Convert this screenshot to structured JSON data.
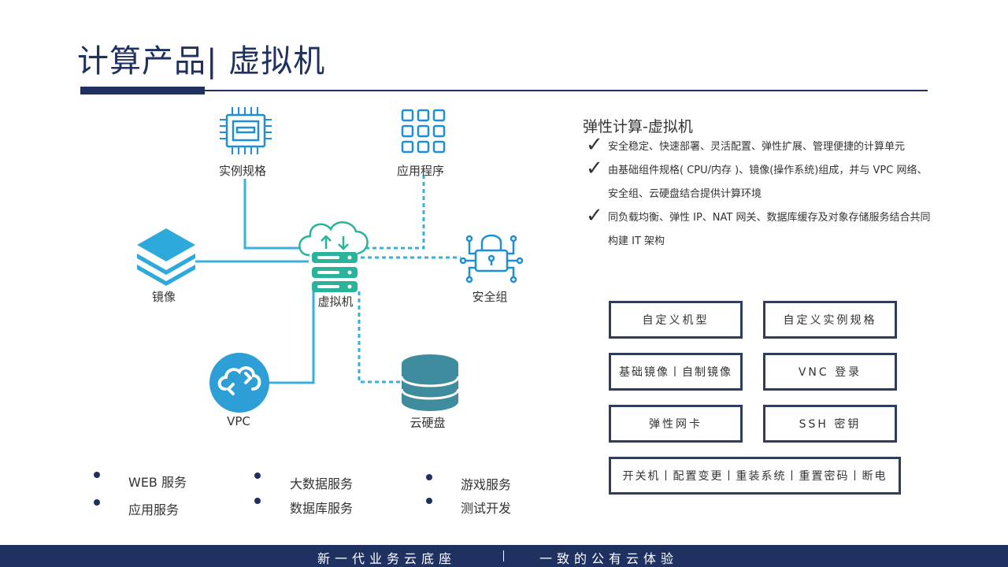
{
  "title": "计算产品| 虚拟机",
  "diagram": {
    "nodes": {
      "instance_spec": "实例规格",
      "application": "应用程序",
      "image": "镜像",
      "vm": "虚拟机",
      "security_group": "安全组",
      "vpc": "VPC",
      "cloud_disk": "云硬盘"
    },
    "colors": {
      "solid_line": "#3aafd9",
      "dashed_line": "#3aafd9",
      "icon_blue": "#1f8ed8",
      "icon_green": "#29b39a",
      "disk": "#3e8c9e"
    }
  },
  "panel": {
    "title": "弹性计算-虚拟机",
    "features": [
      "安全稳定、快速部署、灵活配置、弹性扩展、管理便捷的计算单元",
      "由基础组件规格( CPU/内存 )、镜像(操作系统)组成，并与 VPC 网络、安全组、云硬盘结合提供计算环境",
      "同负载均衡、弹性 IP、NAT 网关、数据库缓存及对象存储服务结合共同构建 IT 架构"
    ],
    "buttons": {
      "custom_type": "自定义机型",
      "custom_spec": "自定义实例规格",
      "images": "基础镜像丨自制镜像",
      "vnc": "VNC 登录",
      "nic": "弹性网卡",
      "ssh": "SSH 密钥",
      "ops": "开关机丨配置变更丨重装系统丨重置密码丨断电"
    }
  },
  "services": [
    "WEB 服务",
    "应用服务",
    "大数据服务",
    "数据库服务",
    "游戏服务",
    "测试开发"
  ],
  "footer": {
    "left": "新一代业务云底座",
    "right": "一致的公有云体验"
  }
}
